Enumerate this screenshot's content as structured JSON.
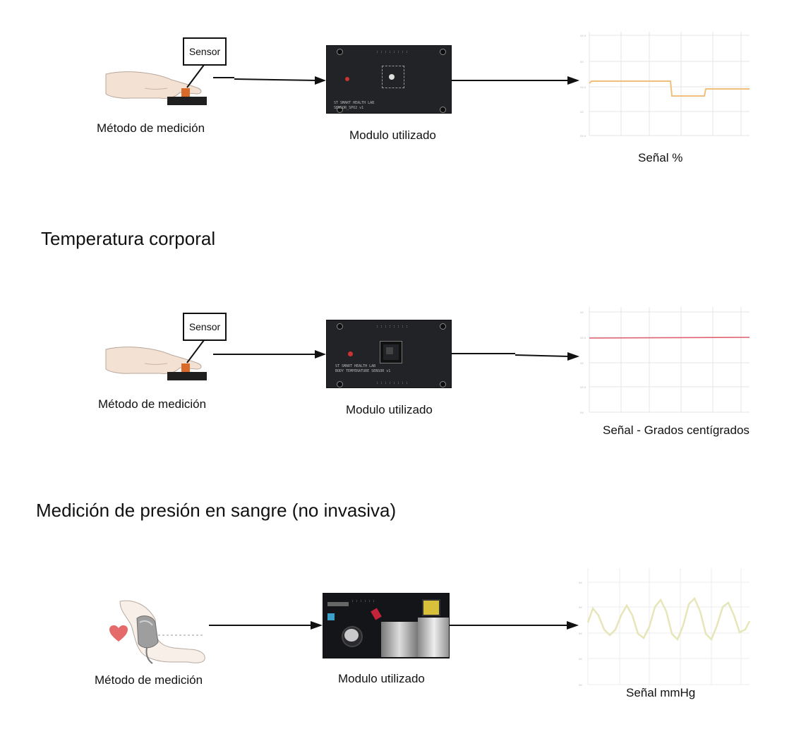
{
  "sections": [
    {
      "id": "spo2",
      "heading": "",
      "method_caption": "Método de medición",
      "sensor_label": "Sensor",
      "module_caption": "Modulo utilizado",
      "signal_caption": "Señal %"
    },
    {
      "id": "temperature",
      "heading": "Temperatura corporal",
      "method_caption": "Método de medición",
      "sensor_label": "Sensor",
      "module_caption": "Modulo utilizado",
      "signal_caption": "Señal - Grados centígrados"
    },
    {
      "id": "blood-pressure",
      "heading": "Medición de presión en sangre (no invasiva)",
      "method_caption": "Método de medición",
      "module_caption": "Modulo utilizado",
      "signal_caption": "Señal mmHg"
    }
  ],
  "colors": {
    "spo2_signal": "#f0c07a",
    "temperature_signal": "#e06070",
    "pressure_signal": "#e6e6b8",
    "grid": "#e6e6e6",
    "board": "#222326"
  },
  "icons": {
    "finger": "finger-on-sensor-icon",
    "arm": "arm-cuff-icon",
    "heart": "heart-icon"
  }
}
